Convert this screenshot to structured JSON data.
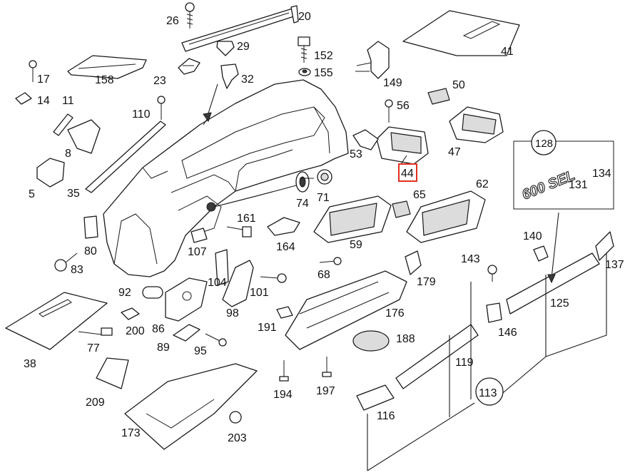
{
  "labels": {
    "p20": "20",
    "p26": "26",
    "p29": "29",
    "p23": "23",
    "p32": "32",
    "p152": "152",
    "p155": "155",
    "p149": "149",
    "p41": "41",
    "p17": "17",
    "p158": "158",
    "p14": "14",
    "p11": "11",
    "p110": "110",
    "p8": "8",
    "p5": "5",
    "p35": "35",
    "p56": "56",
    "p50": "50",
    "p53": "53",
    "p47": "47",
    "p44": "44",
    "p128": "128",
    "p131": "131",
    "p134": "134",
    "p74": "74",
    "p71": "71",
    "p65": "65",
    "p62": "62",
    "p161": "161",
    "p80": "80",
    "p107": "107",
    "p164": "164",
    "p59": "59",
    "p83": "83",
    "p104": "104",
    "p68": "68",
    "p179": "179",
    "p140": "140",
    "p143": "143",
    "p137": "137",
    "p92": "92",
    "p101": "101",
    "p98": "98",
    "p86": "86",
    "p200": "200",
    "p191": "191",
    "p176": "176",
    "p125": "125",
    "p146": "146",
    "p38": "38",
    "p77": "77",
    "p89": "89",
    "p95": "95",
    "p188": "188",
    "p119": "119",
    "p209": "209",
    "p194": "194",
    "p197": "197",
    "p113": "113",
    "p116": "116",
    "p173": "173",
    "p203": "203"
  },
  "badge": {
    "text": "600 SEL"
  },
  "highlight": {
    "part": "44",
    "color": "#e0301e"
  }
}
